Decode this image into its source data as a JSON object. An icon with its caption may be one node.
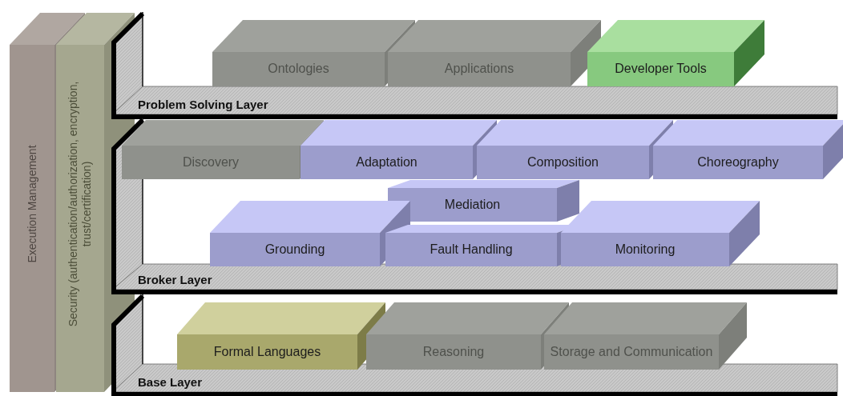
{
  "diagram": {
    "nodes": [
      {
        "text": [
          "Execution Management"
        ]
      },
      {
        "text": [
          "Security (authentication/authorization, encryption, trust/certification)"
        ]
      },
      {
        "text": [
          "Problem Solving Layer"
        ]
      },
      {
        "text": [
          "Ontologies"
        ],
        "in": 2
      },
      {
        "text": [
          "Applications"
        ],
        "in": 2
      },
      {
        "text": [
          "Developer Tools"
        ],
        "in": 2
      },
      {
        "text": [
          "Broker Layer"
        ]
      },
      {
        "text": [
          "Discovery"
        ],
        "in": 6
      },
      {
        "text": [
          "Adaptation"
        ],
        "in": 6
      },
      {
        "text": [
          "Composition"
        ],
        "in": 6
      },
      {
        "text": [
          "Choreography"
        ],
        "in": 6
      },
      {
        "text": [
          "Mediation"
        ],
        "in": 6
      },
      {
        "text": [
          "Grounding"
        ],
        "in": 6
      },
      {
        "text": [
          "Fault Handling"
        ],
        "in": 6
      },
      {
        "text": [
          "Monitoring"
        ],
        "in": 6
      },
      {
        "text": [
          "Base Layer"
        ]
      },
      {
        "text": [
          "Formal Languages"
        ],
        "in": 15
      },
      {
        "text": [
          "Reasoning"
        ],
        "in": 15
      },
      {
        "text": [
          "Storage and Communication"
        ],
        "in": 15
      }
    ]
  }
}
